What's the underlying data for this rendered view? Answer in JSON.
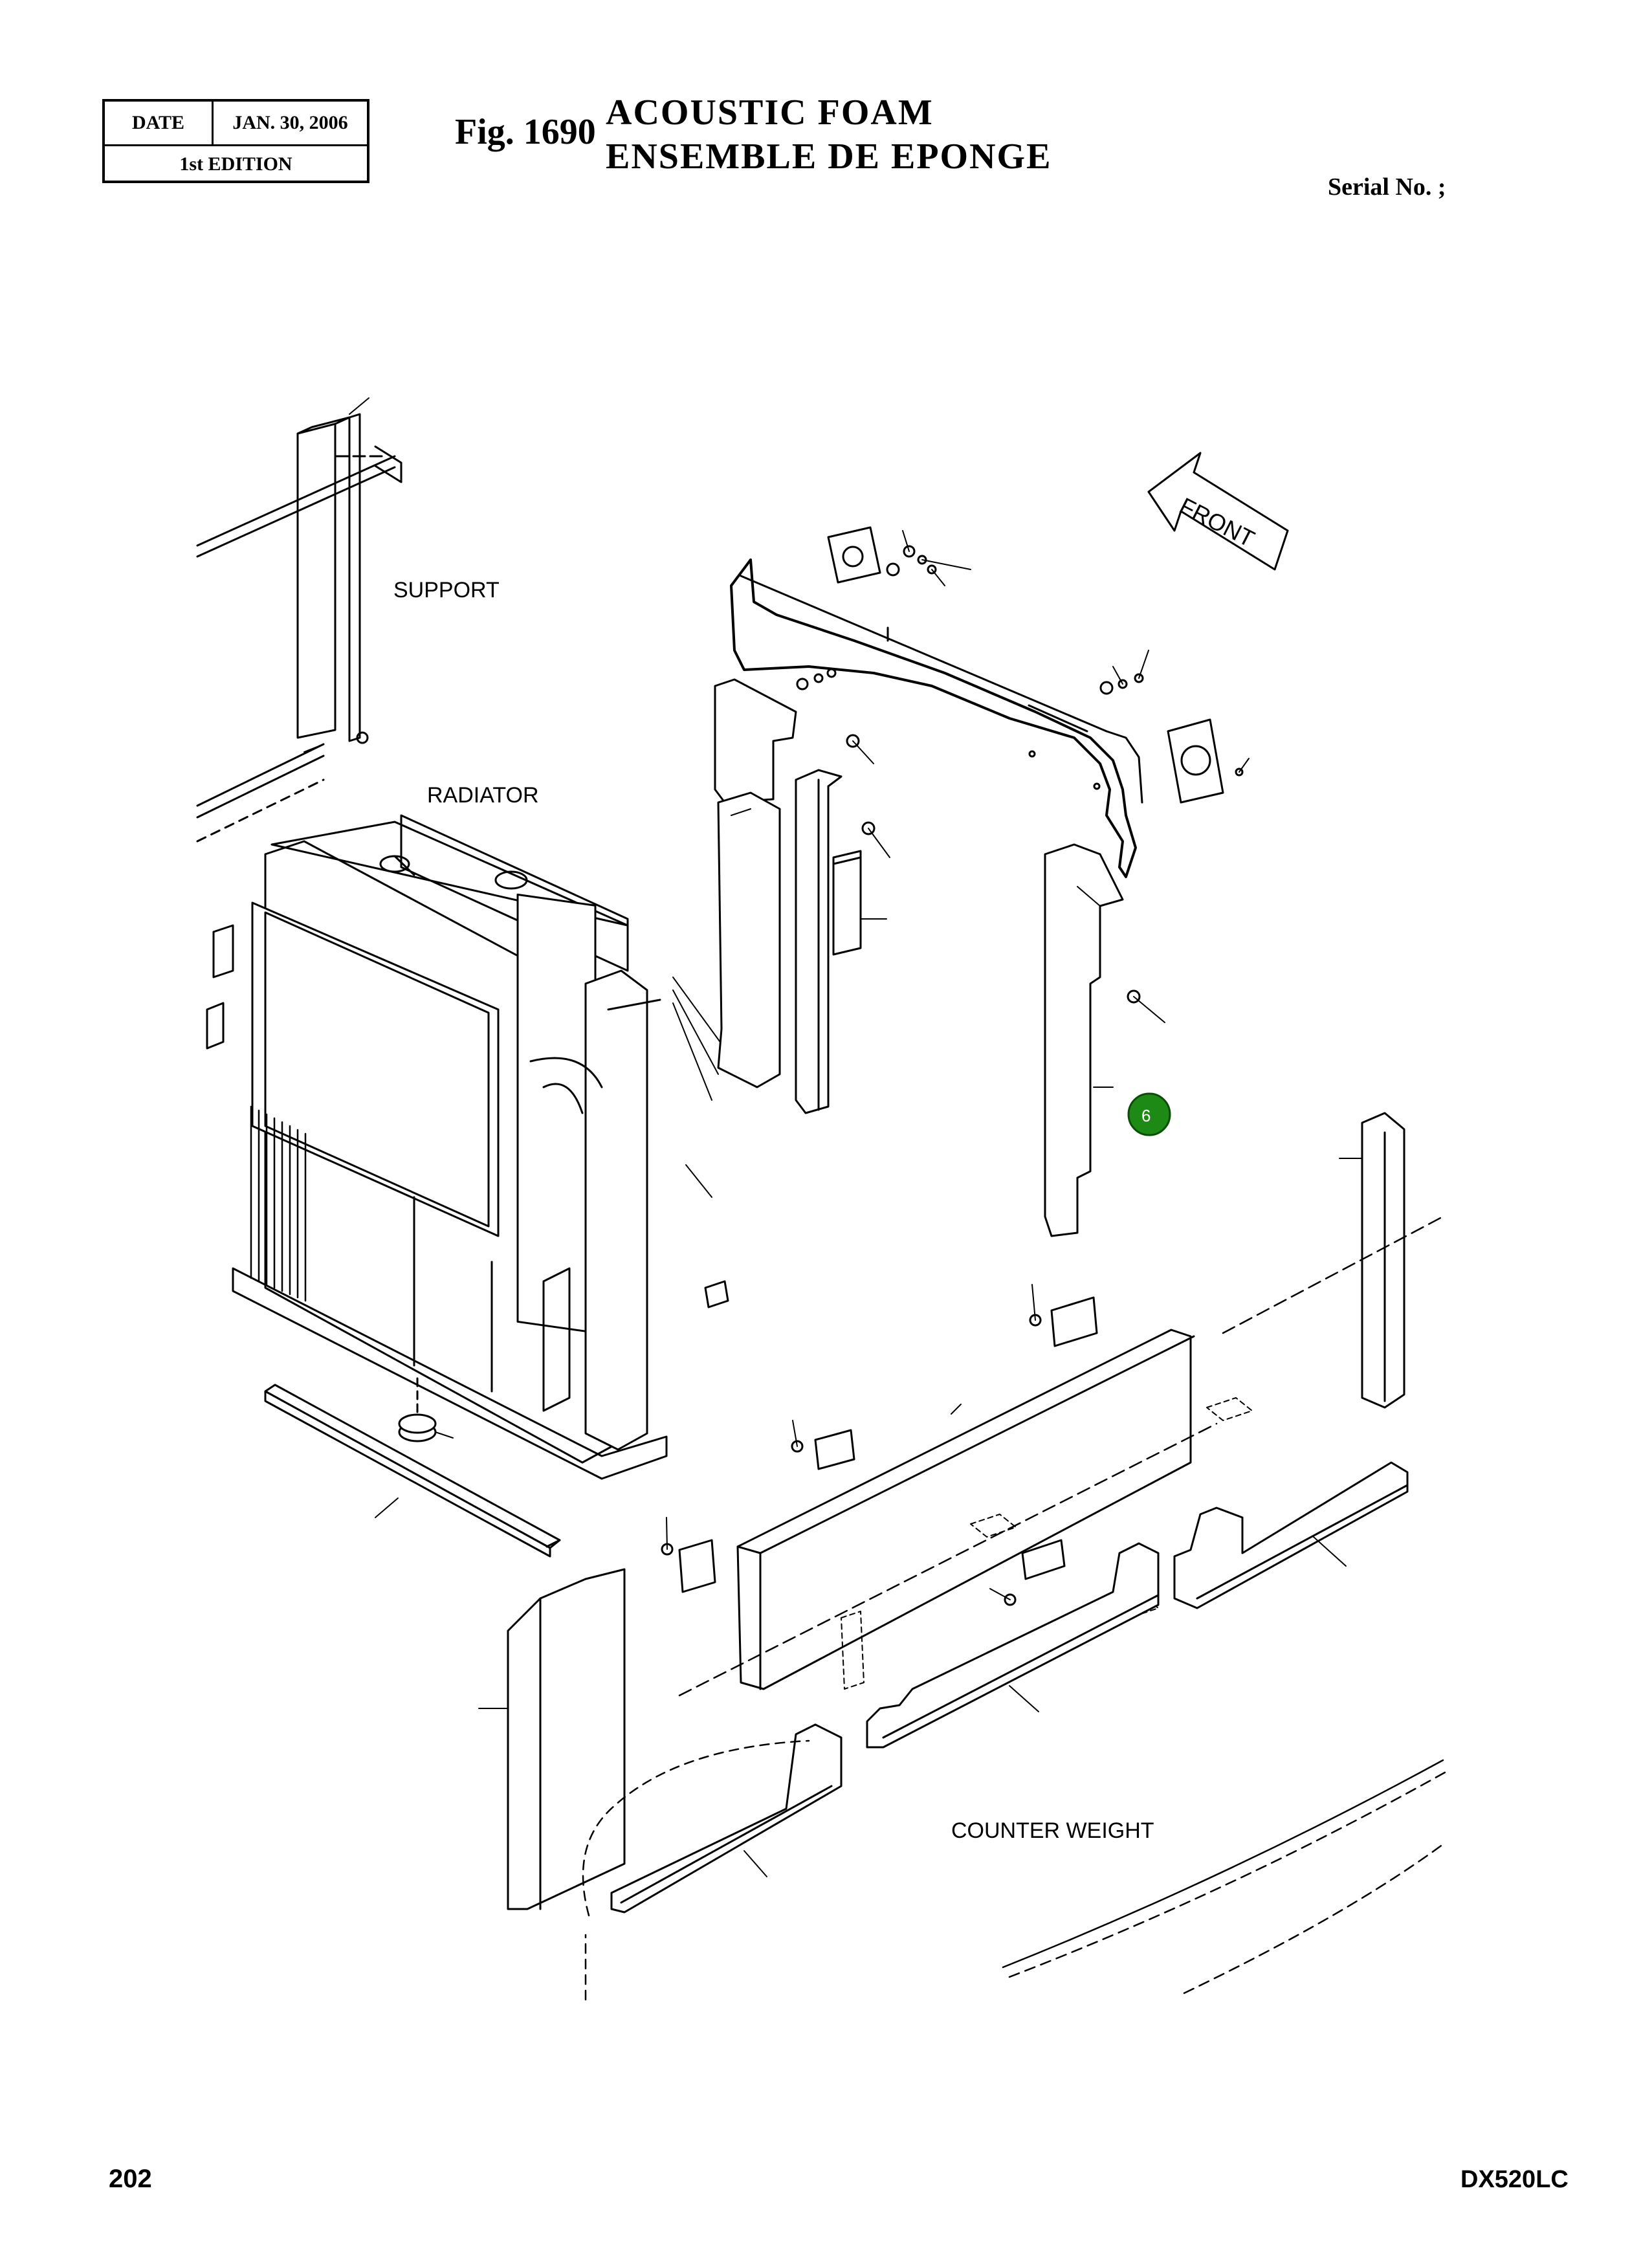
{
  "header": {
    "date_label": "DATE",
    "date_value": "JAN. 30, 2006",
    "edition": "1st EDITION",
    "fig_number": "Fig. 1690",
    "title_en": "ACOUSTIC  FOAM",
    "title_fr": "ENSEMBLE  DE  EPONGE",
    "serial": "Serial No. ;"
  },
  "diagram": {
    "labels": {
      "support": "SUPPORT",
      "radiator": "RADIATOR",
      "counter_weight": "COUNTER WEIGHT",
      "front": "FRONT"
    },
    "callout": {
      "number": "6",
      "color": "#1e8a16"
    }
  },
  "footer": {
    "page_number": "202",
    "model": "DX520LC"
  }
}
